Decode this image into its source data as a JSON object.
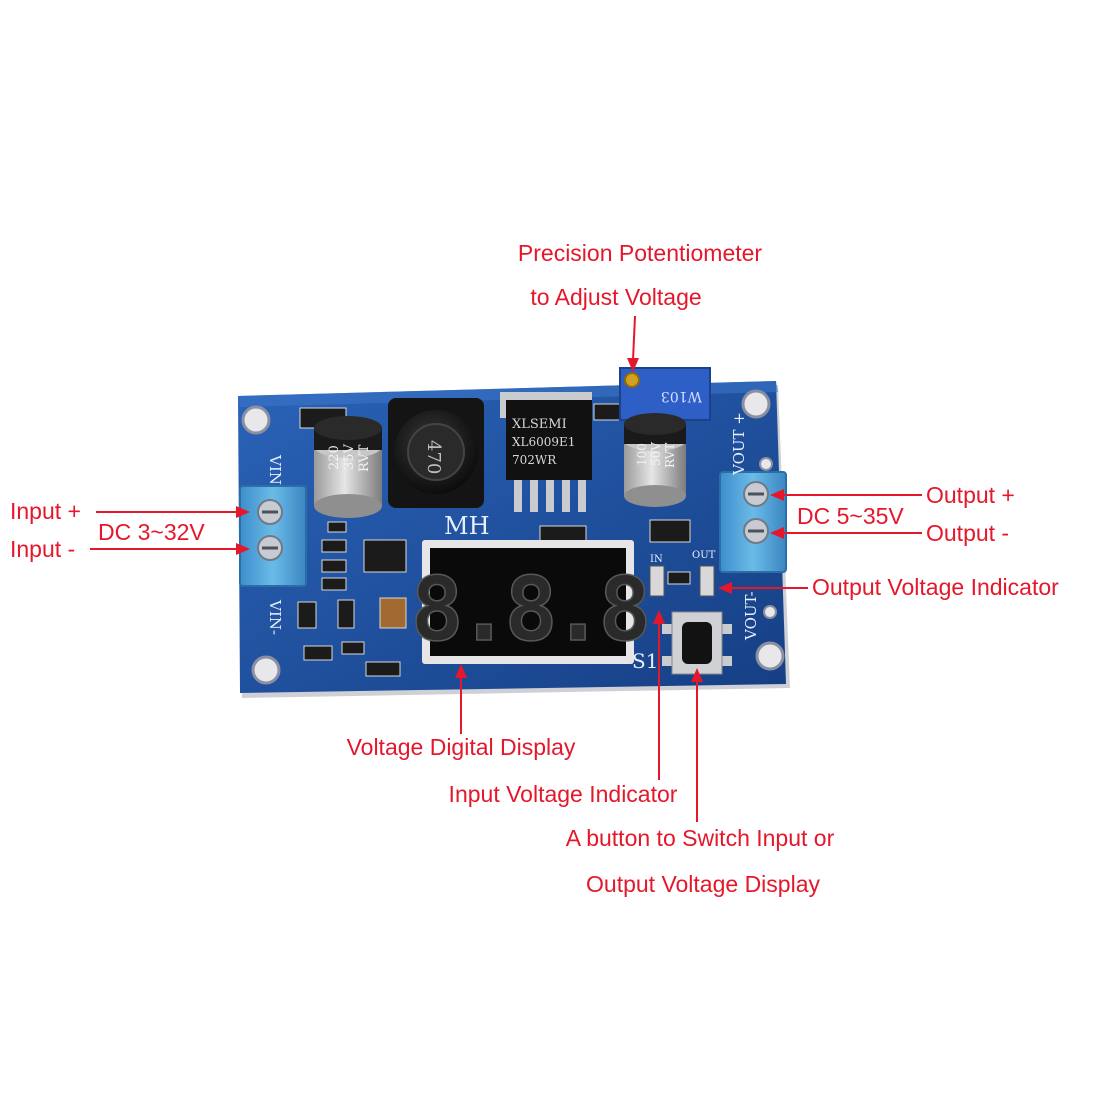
{
  "labels": {
    "pot_line1": "Precision Potentiometer",
    "pot_line2": "to Adjust Voltage",
    "input_plus": "Input +",
    "input_minus": "Input -",
    "dc_in": "DC 3~32V",
    "output_plus": "Output +",
    "output_minus": "Output -",
    "dc_out": "DC 5~35V",
    "output_indicator": "Output Voltage Indicator",
    "digital_display": "Voltage Digital Display",
    "input_indicator": "Input Voltage Indicator",
    "button_line1": "A button to Switch Input or",
    "button_line2": "Output Voltage Display"
  },
  "board": {
    "vin_label": "VIN",
    "vin_minus_label": "VIN-",
    "vout_plus_label": "VOUT +",
    "vout_minus_label": "VOUT-",
    "cap1": [
      "220",
      "35V",
      "RVT"
    ],
    "cap2": [
      "100",
      "50V",
      "RVT"
    ],
    "inductor_marking": "470",
    "ic_marking": [
      "XLSEMI",
      "XL6009E1",
      "702WR"
    ],
    "pot_marking": "W103",
    "brand": "MH",
    "display_digits": "8.8.8",
    "in_led_label": "IN",
    "out_led_label": "OUT",
    "switch_label": "S1"
  },
  "colors": {
    "annotation": "#e5172b",
    "pcb": "#1e4f9c",
    "terminal": "#4aa3d8"
  }
}
